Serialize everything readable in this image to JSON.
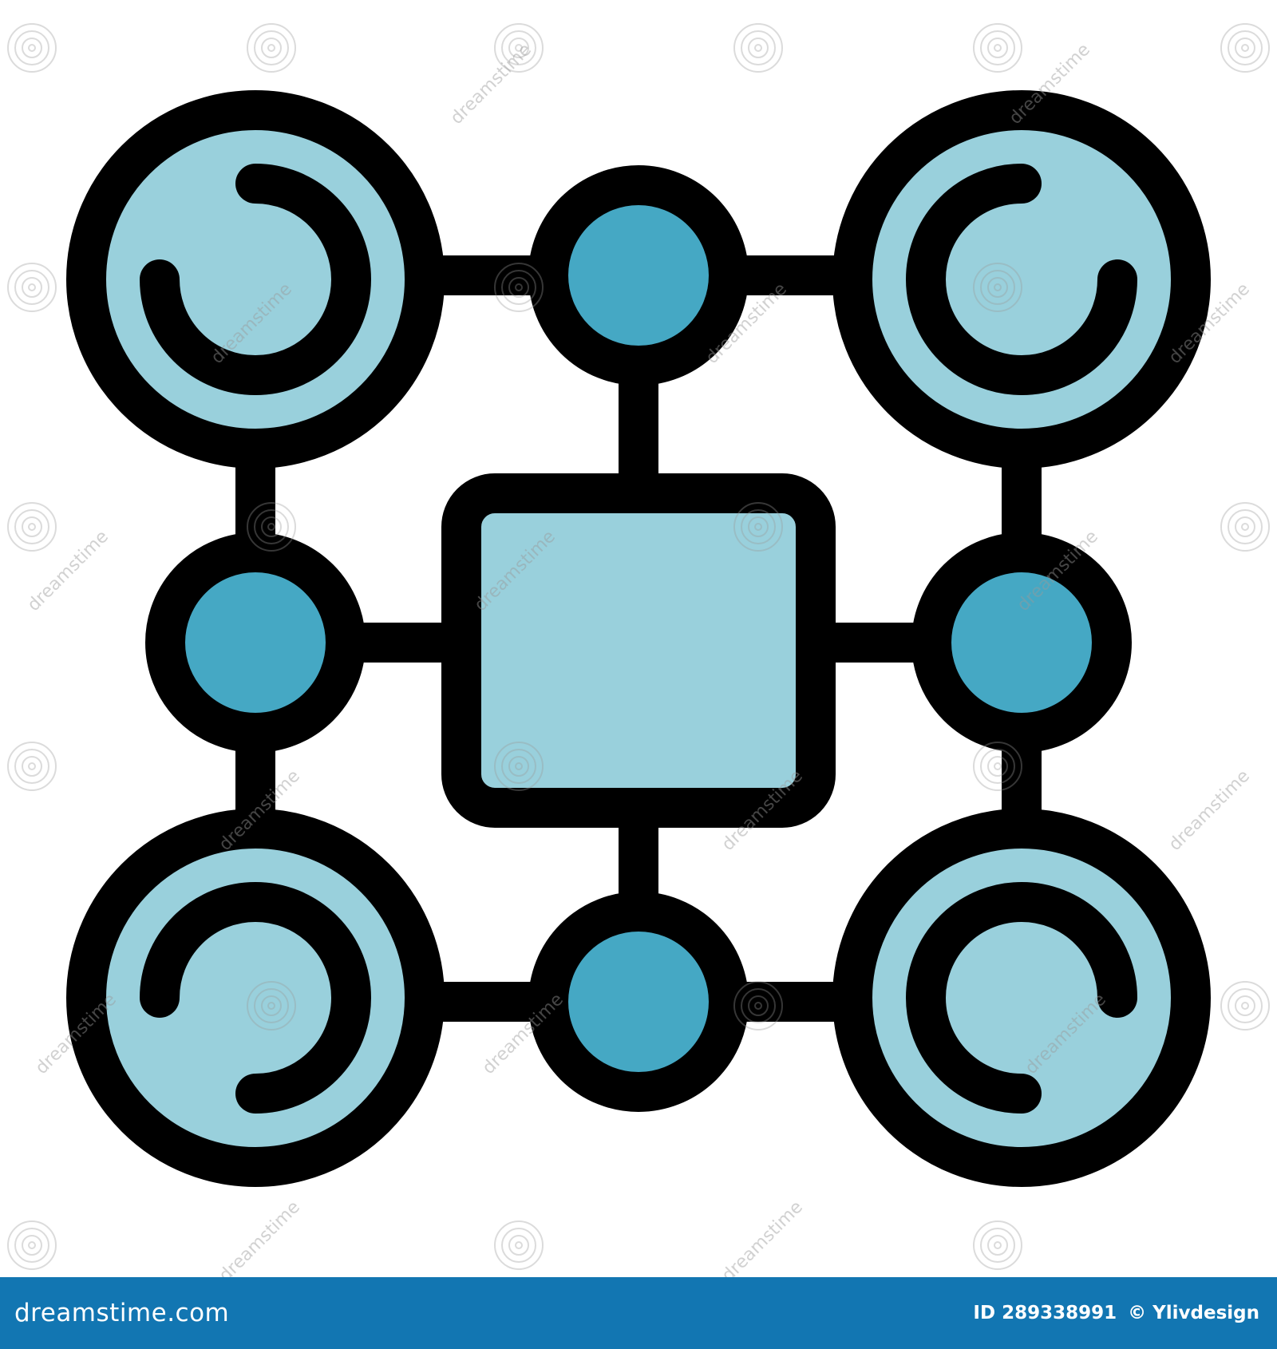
{
  "colors": {
    "background": "#ffffff",
    "outline": "#000000",
    "light_fill": "#99d0dc",
    "dark_fill": "#45a8c4",
    "footer_bg": "#1276b2",
    "footer_text": "#ffffff",
    "watermark": "#9a9a9a"
  },
  "icon": {
    "name": "network-diagram-icon"
  },
  "watermark": {
    "text": "dreamstime"
  },
  "footer": {
    "logo": "dreamstime.com",
    "id_label": "ID 289338991",
    "credit": "© Ylivdesign"
  }
}
